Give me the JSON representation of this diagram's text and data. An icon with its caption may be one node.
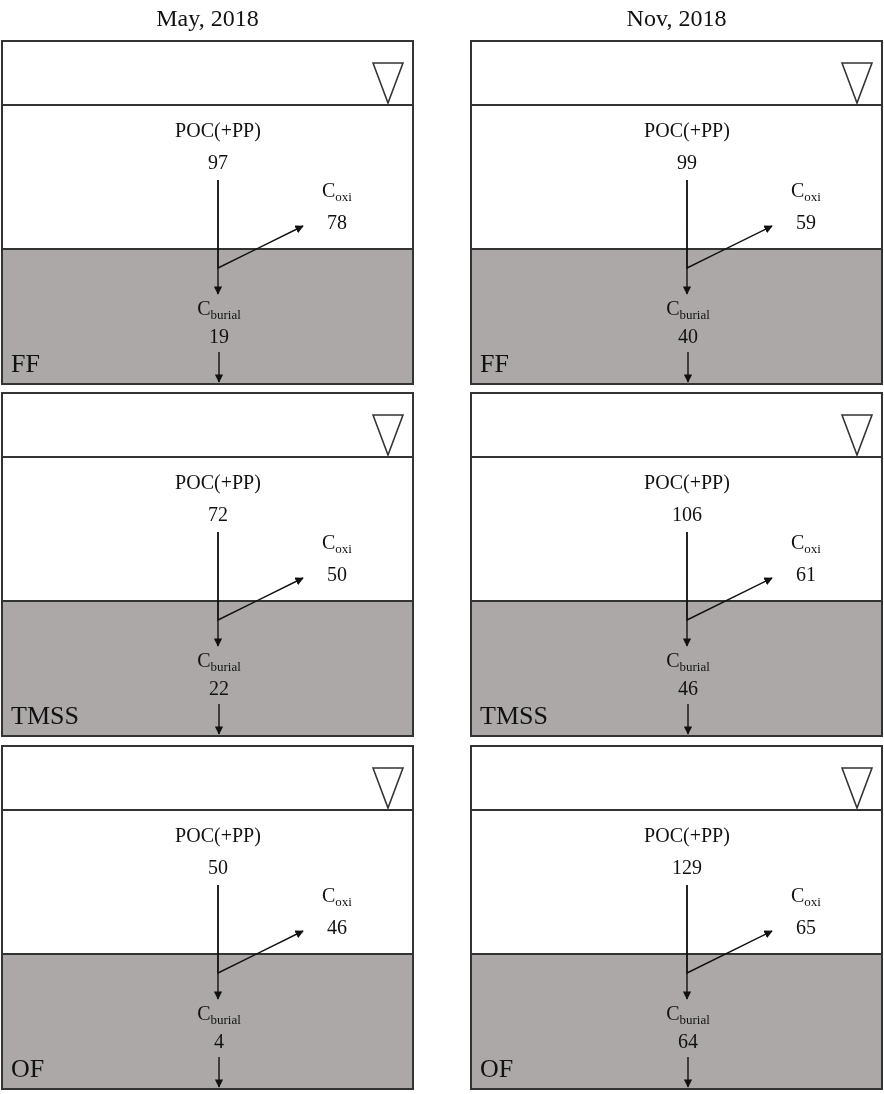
{
  "diagram": {
    "nodes": [
      {
        "text": [],
        "shape": "box"
      },
      {
        "text": [
          "POC(+PP)",
          "97"
        ],
        "in": 0
      },
      {
        "text": [
          "C$_{oxi}$",
          "78"
        ],
        "in": 0
      },
      {
        "text": [
          "FF"
        ],
        "in": 0
      },
      {
        "text": [
          "C$_{burial}$",
          "19"
        ],
        "in": 3
      },
      {
        "text": [],
        "shape": "box"
      },
      {
        "text": [
          "POC(+PP)",
          "99"
        ],
        "in": 5
      },
      {
        "text": [
          "C$_{oxi}$",
          "59"
        ],
        "in": 5
      },
      {
        "text": [
          "FF"
        ],
        "in": 5
      },
      {
        "text": [
          "C$_{burial}$",
          "40"
        ],
        "in": 8
      },
      {
        "text": [],
        "shape": "box"
      },
      {
        "text": [
          "POC(+PP)",
          "72"
        ],
        "in": 10
      },
      {
        "text": [
          "C$_{oxi}$",
          "50"
        ],
        "in": 10
      },
      {
        "text": [
          "TMSS"
        ],
        "in": 10
      },
      {
        "text": [
          "C$_{burial}$",
          "22"
        ],
        "in": 13
      },
      {
        "text": [],
        "shape": "box"
      },
      {
        "text": [
          "POC(+PP)",
          "106"
        ],
        "in": 15
      },
      {
        "text": [
          "C$_{oxi}$",
          "61"
        ],
        "in": 15
      },
      {
        "text": [
          "TMSS"
        ],
        "in": 15
      },
      {
        "text": [
          "C$_{burial}$",
          "46"
        ],
        "in": 18
      },
      {
        "text": [],
        "shape": "box"
      },
      {
        "text": [
          "POC(+PP)",
          "50"
        ],
        "in": 20
      },
      {
        "text": [
          "C$_{oxi}$",
          "46"
        ],
        "in": 20
      },
      {
        "text": [
          "OF"
        ],
        "in": 20
      },
      {
        "text": [
          "C$_{burial}$",
          "4"
        ],
        "in": 23
      },
      {
        "text": [],
        "shape": "box"
      },
      {
        "text": [
          "POC(+PP)",
          "129"
        ],
        "in": 25
      },
      {
        "text": [
          "C$_{oxi}$",
          "65"
        ],
        "in": 25
      },
      {
        "text": [
          "OF"
        ],
        "in": 25
      },
      {
        "text": [
          "C$_{burial}$",
          "64"
        ],
        "in": 28
      }
    ],
    "edges": [
      {
        "from": 1,
        "to": 4,
        "arrow": "to"
      },
      {
        "from": 1,
        "to": 2,
        "arrow": "to"
      },
      {
        "from": 4,
        "to": null,
        "arrow": "to"
      },
      {
        "from": 6,
        "to": 9,
        "arrow": "to"
      },
      {
        "from": 6,
        "to": 7,
        "arrow": "to"
      },
      {
        "from": 9,
        "to": null,
        "arrow": "to"
      },
      {
        "from": 11,
        "to": 14,
        "arrow": "to"
      },
      {
        "from": 11,
        "to": 12,
        "arrow": "to"
      },
      {
        "from": 14,
        "to": null,
        "arrow": "to"
      },
      {
        "from": 16,
        "to": 19,
        "arrow": "to"
      },
      {
        "from": 16,
        "to": 17,
        "arrow": "to"
      },
      {
        "from": 19,
        "to": null,
        "arrow": "to"
      },
      {
        "from": 21,
        "to": 24,
        "arrow": "to"
      },
      {
        "from": 21,
        "to": 22,
        "arrow": "to"
      },
      {
        "from": 24,
        "to": null,
        "arrow": "to"
      },
      {
        "from": 26,
        "to": 29,
        "arrow": "to"
      },
      {
        "from": 26,
        "to": 27,
        "arrow": "to"
      },
      {
        "from": 29,
        "to": null,
        "arrow": "to"
      }
    ],
    "labels": [
      "May, 2018",
      "Nov, 2018"
    ]
  }
}
